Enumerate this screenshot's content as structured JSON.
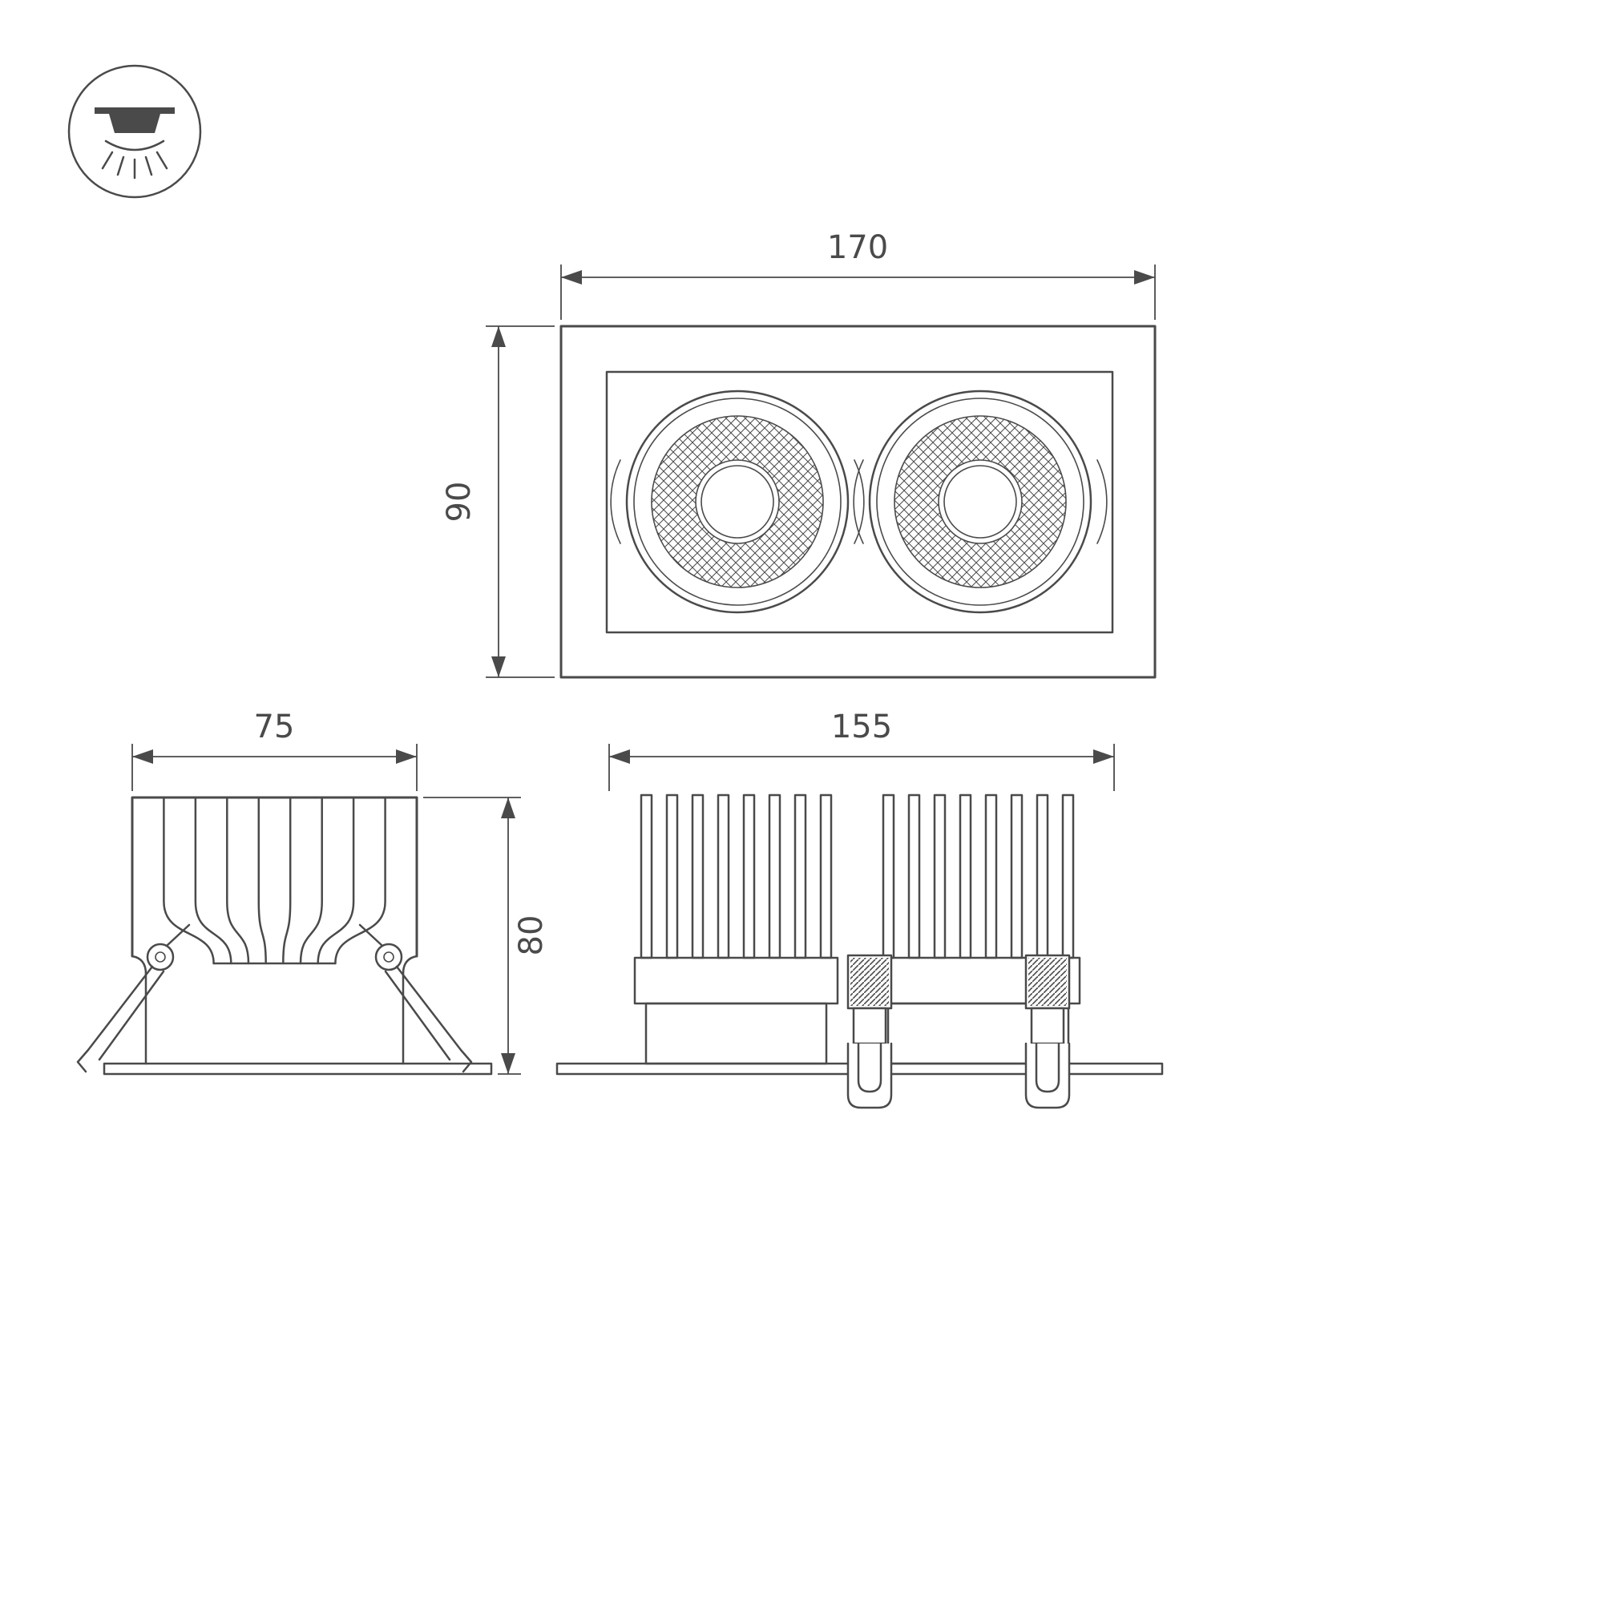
{
  "drawing": {
    "title": "recessed-twin-downlight-dimension-drawing",
    "icon": {
      "name": "recessed-downlight-icon"
    },
    "front_view": {
      "width": "170",
      "height": "90"
    },
    "side_view": {
      "width": "75",
      "height": "80"
    },
    "long_view": {
      "width": "155"
    }
  },
  "colors": {
    "line": "#4a4a4a",
    "background": "#ffffff"
  }
}
